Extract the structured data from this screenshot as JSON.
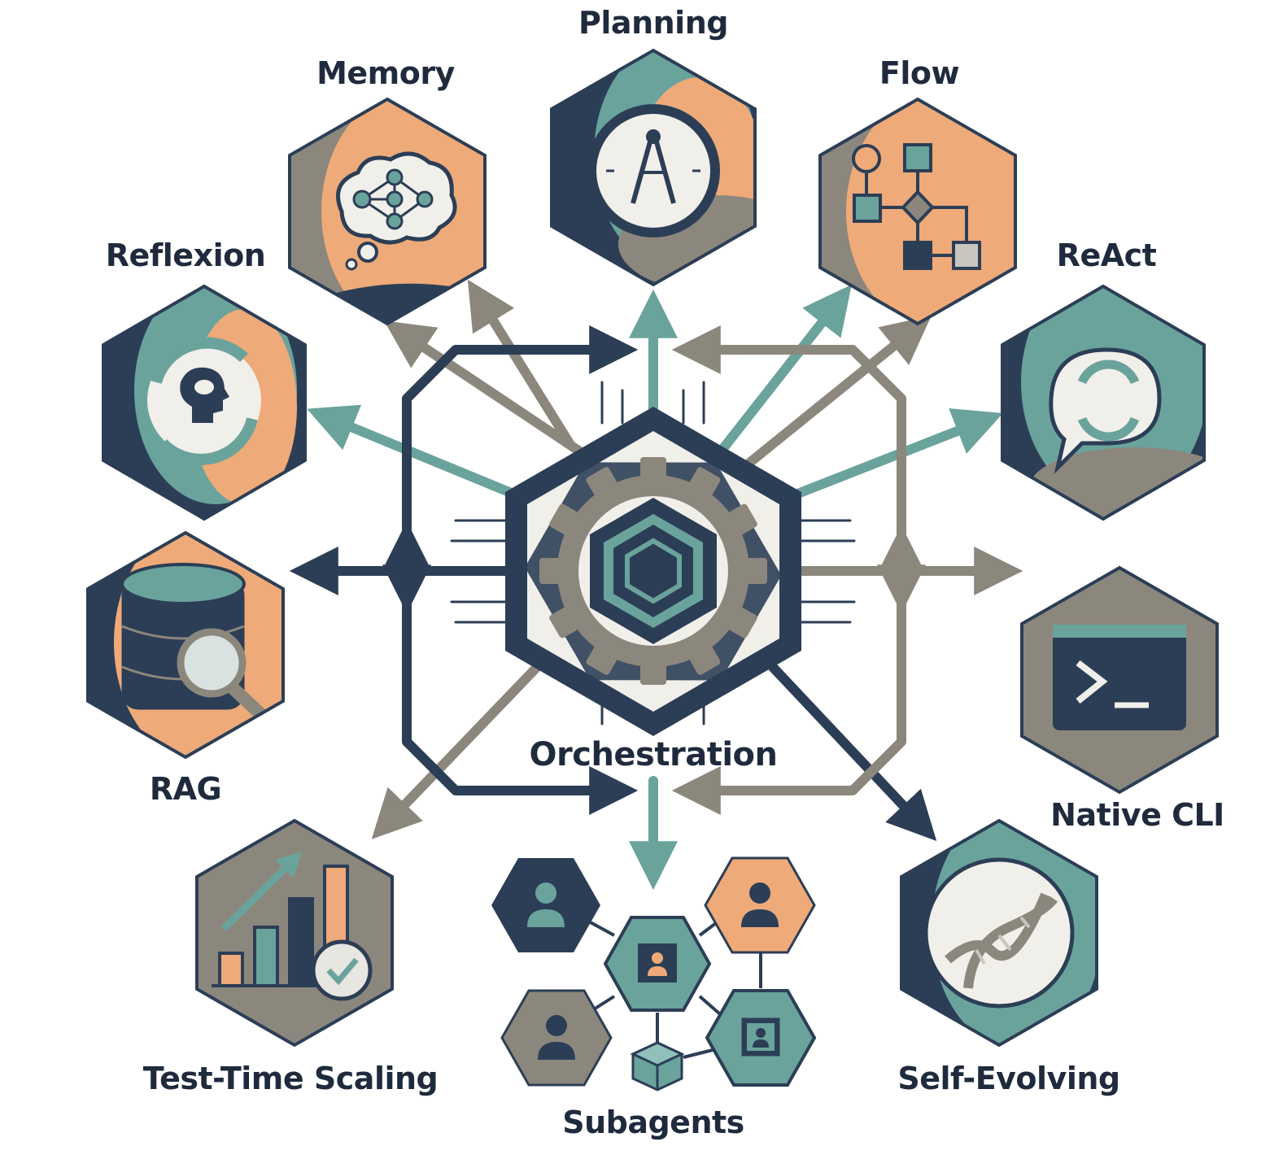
{
  "colors": {
    "navy": "#2c3e56",
    "teal": "#6aa39c",
    "orange": "#eeaa78",
    "gray": "#8c877d",
    "light": "#f1efea",
    "text": "#1f2b3d"
  },
  "center": {
    "label": "Orchestration",
    "icon": "gear-icon"
  },
  "nodes": [
    {
      "id": "planning",
      "label": "Planning",
      "icon": "compass-icon"
    },
    {
      "id": "memory",
      "label": "Memory",
      "icon": "thought-cloud-icon"
    },
    {
      "id": "flow",
      "label": "Flow",
      "icon": "flowchart-icon"
    },
    {
      "id": "reflexion",
      "label": "Reflexion",
      "icon": "head-cycle-icon"
    },
    {
      "id": "react",
      "label": "ReAct",
      "icon": "cycle-bubble-icon"
    },
    {
      "id": "rag",
      "label": "RAG",
      "icon": "database-search-icon"
    },
    {
      "id": "cli",
      "label": "Native CLI",
      "icon": "terminal-icon"
    },
    {
      "id": "tts",
      "label": "Test-Time Scaling",
      "icon": "bar-chart-check-icon"
    },
    {
      "id": "subagents",
      "label": "Subagents",
      "icon": "agent-network-icon"
    },
    {
      "id": "evolve",
      "label": "Self-Evolving",
      "icon": "dna-icon"
    }
  ]
}
